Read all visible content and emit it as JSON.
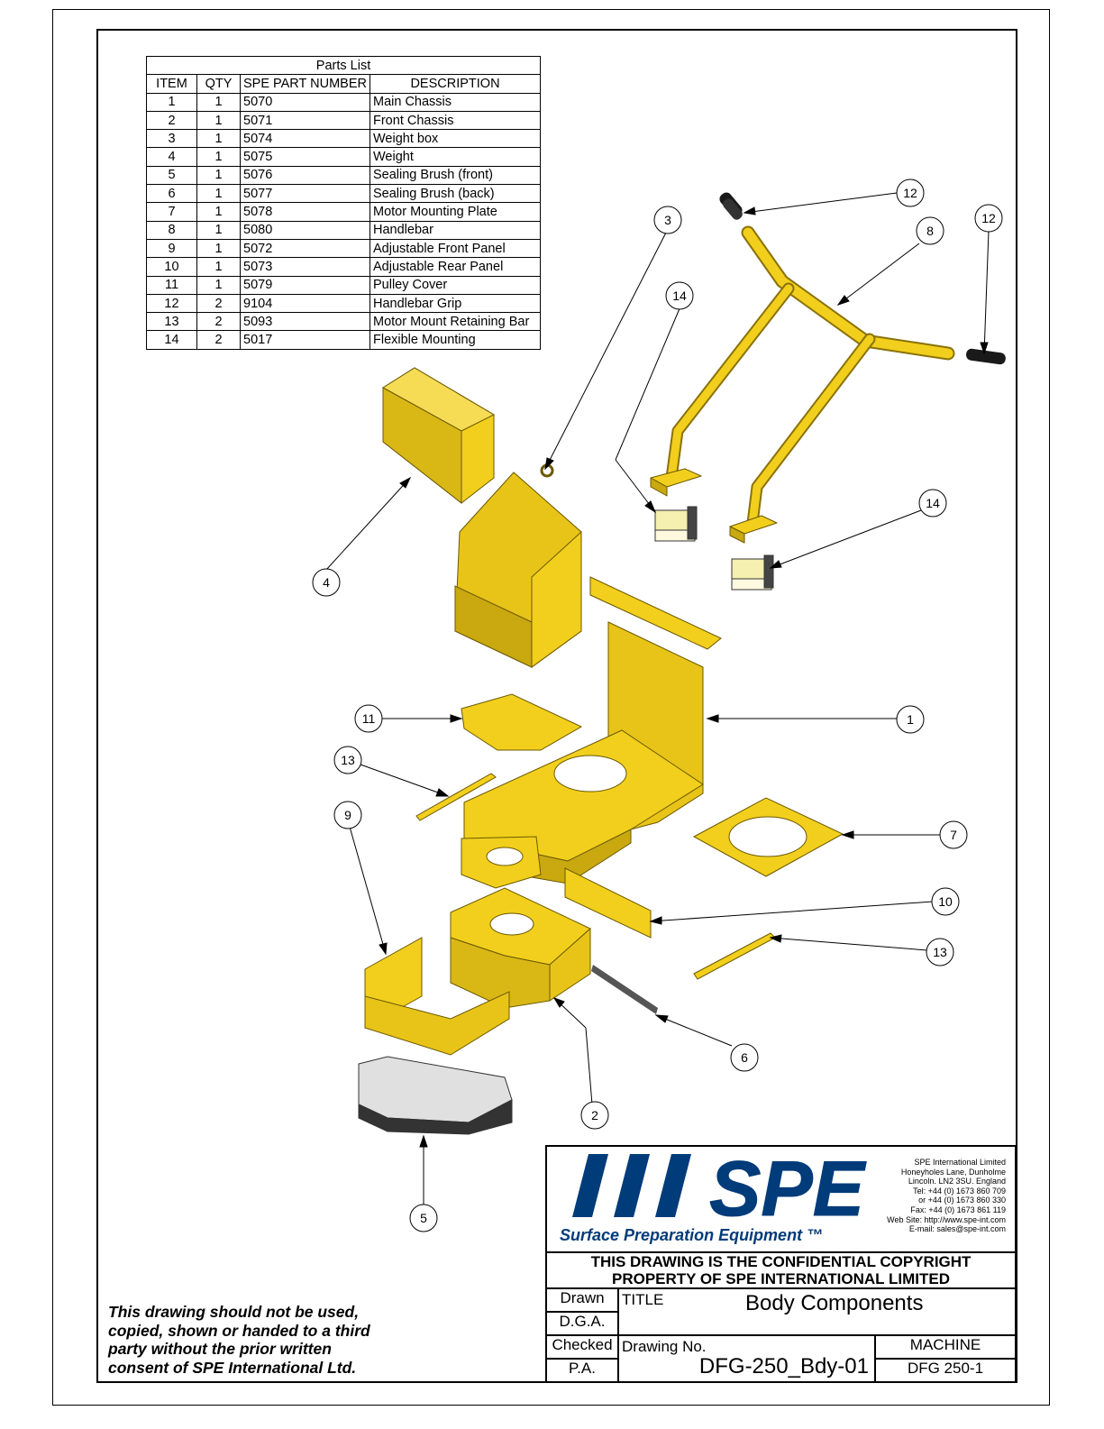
{
  "parts_list": {
    "caption": "Parts List",
    "headers": {
      "item": "ITEM",
      "qty": "QTY",
      "part": "SPE PART NUMBER",
      "desc": "DESCRIPTION"
    },
    "rows": [
      {
        "item": "1",
        "qty": "1",
        "part": "5070",
        "desc": "Main Chassis"
      },
      {
        "item": "2",
        "qty": "1",
        "part": "5071",
        "desc": "Front Chassis"
      },
      {
        "item": "3",
        "qty": "1",
        "part": "5074",
        "desc": "Weight box"
      },
      {
        "item": "4",
        "qty": "1",
        "part": "5075",
        "desc": "Weight"
      },
      {
        "item": "5",
        "qty": "1",
        "part": "5076",
        "desc": "Sealing Brush (front)"
      },
      {
        "item": "6",
        "qty": "1",
        "part": "5077",
        "desc": "Sealing Brush (back)"
      },
      {
        "item": "7",
        "qty": "1",
        "part": "5078",
        "desc": "Motor Mounting Plate"
      },
      {
        "item": "8",
        "qty": "1",
        "part": "5080",
        "desc": "Handlebar"
      },
      {
        "item": "9",
        "qty": "1",
        "part": "5072",
        "desc": "Adjustable Front Panel"
      },
      {
        "item": "10",
        "qty": "1",
        "part": "5073",
        "desc": "Adjustable Rear Panel"
      },
      {
        "item": "11",
        "qty": "1",
        "part": "5079",
        "desc": "Pulley Cover"
      },
      {
        "item": "12",
        "qty": "2",
        "part": "9104",
        "desc": "Handlebar Grip"
      },
      {
        "item": "13",
        "qty": "2",
        "part": "5093",
        "desc": "Motor Mount Retaining Bar"
      },
      {
        "item": "14",
        "qty": "2",
        "part": "5017",
        "desc": "Flexible Mounting"
      }
    ]
  },
  "balloons": {
    "b1": "1",
    "b2": "2",
    "b3": "3",
    "b4": "4",
    "b5": "5",
    "b6": "6",
    "b7": "7",
    "b8": "8",
    "b9": "9",
    "b10": "10",
    "b11": "11",
    "b12a": "12",
    "b12b": "12",
    "b13a": "13",
    "b13b": "13",
    "b14a": "14",
    "b14b": "14"
  },
  "disclaimer": {
    "l1": "This drawing should not be used,",
    "l2": "copied, shown or handed to a third",
    "l3": "party without the prior written",
    "l4": "consent of SPE International Ltd."
  },
  "title_block": {
    "logo_text": "SPE",
    "tagline": "Surface Preparation Equipment ™",
    "address": [
      "SPE International Limited",
      "Honeyholes Lane, Dunholme",
      "Lincoln. LN2 3SU. England",
      "Tel: +44 (0) 1673 860 709",
      "or +44 (0) 1673 860 330",
      "Fax: +44 (0) 1673 861 119",
      "Web Site: http://www.spe-int.com",
      "E-mail: sales@spe-int.com"
    ],
    "confidential_1": "THIS DRAWING IS THE CONFIDENTIAL COPYRIGHT",
    "confidential_2": "PROPERTY  OF SPE INTERNATIONAL LIMITED",
    "drawn_label": "Drawn",
    "drawn_by": "D.G.A.",
    "checked_label": "Checked",
    "checked_by": "P.A.",
    "title_label": "TITLE",
    "title": "Body Components",
    "drawing_no_label": "Drawing No.",
    "drawing_no": "DFG-250_Bdy-01",
    "machine_label": "MACHINE",
    "machine": "DFG 250-1"
  },
  "colors": {
    "part_yellow": "#f2cf1c",
    "part_shade": "#c9a810",
    "logo_blue": "#003b7a"
  }
}
